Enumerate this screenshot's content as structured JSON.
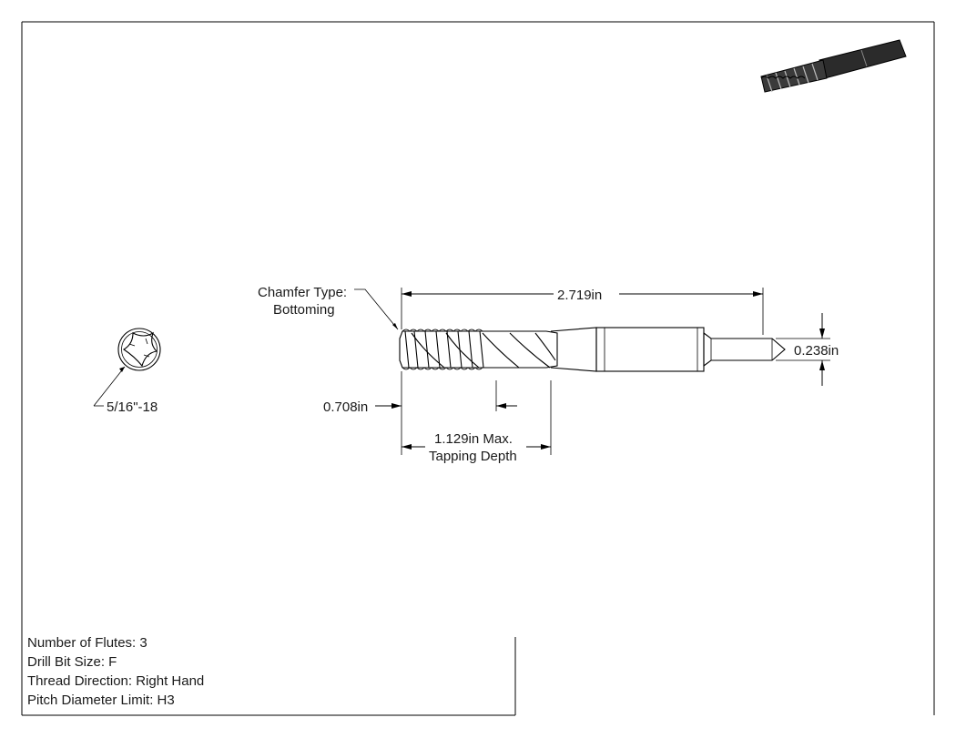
{
  "dimensions": {
    "overall_length": "2.719in",
    "shank_diameter": "0.238in",
    "thread_offset": "0.708in",
    "tapping_depth_value": "1.129in Max.",
    "tapping_depth_label": "Tapping Depth"
  },
  "callouts": {
    "chamfer_line1": "Chamfer Type:",
    "chamfer_line2": "Bottoming",
    "thread_size": "5/16\"-18"
  },
  "specs": [
    "Number of Flutes: 3",
    "Drill Bit Size: F",
    "Thread Direction: Right Hand",
    "Pitch Diameter Limit: H3"
  ],
  "colors": {
    "line": "#000000",
    "render_dark": "#2b2b2b"
  },
  "icons": {
    "iso_view": "tap-isometric-render-icon"
  }
}
